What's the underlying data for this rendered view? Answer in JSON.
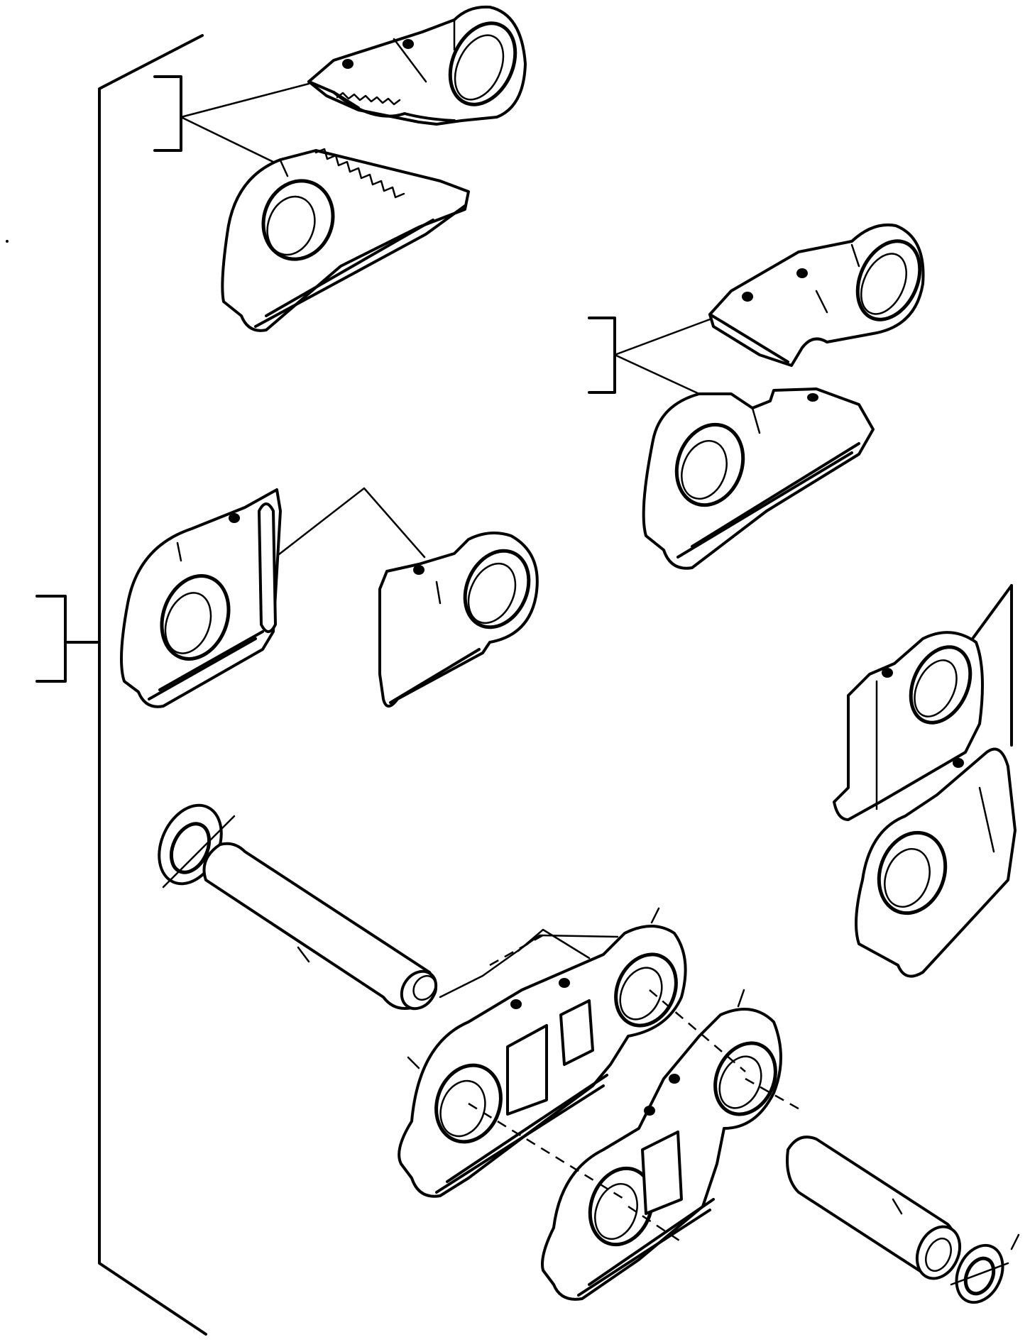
{
  "diagram": {
    "type": "exploded-parts-view",
    "colors": {
      "ink": "#000000",
      "paper": "#ffffff"
    },
    "parts": [
      "shoe-plate-upper",
      "shoe-plate-grouser",
      "link-half-right-upper",
      "link-half-right-lower",
      "link-half-left-master",
      "link-half-right-master",
      "link-half-far-right-upper",
      "link-half-far-right-lower",
      "seal-ring-left",
      "track-pin",
      "link-assembly-left",
      "link-assembly-right",
      "bushing",
      "seal-ring-right"
    ]
  }
}
